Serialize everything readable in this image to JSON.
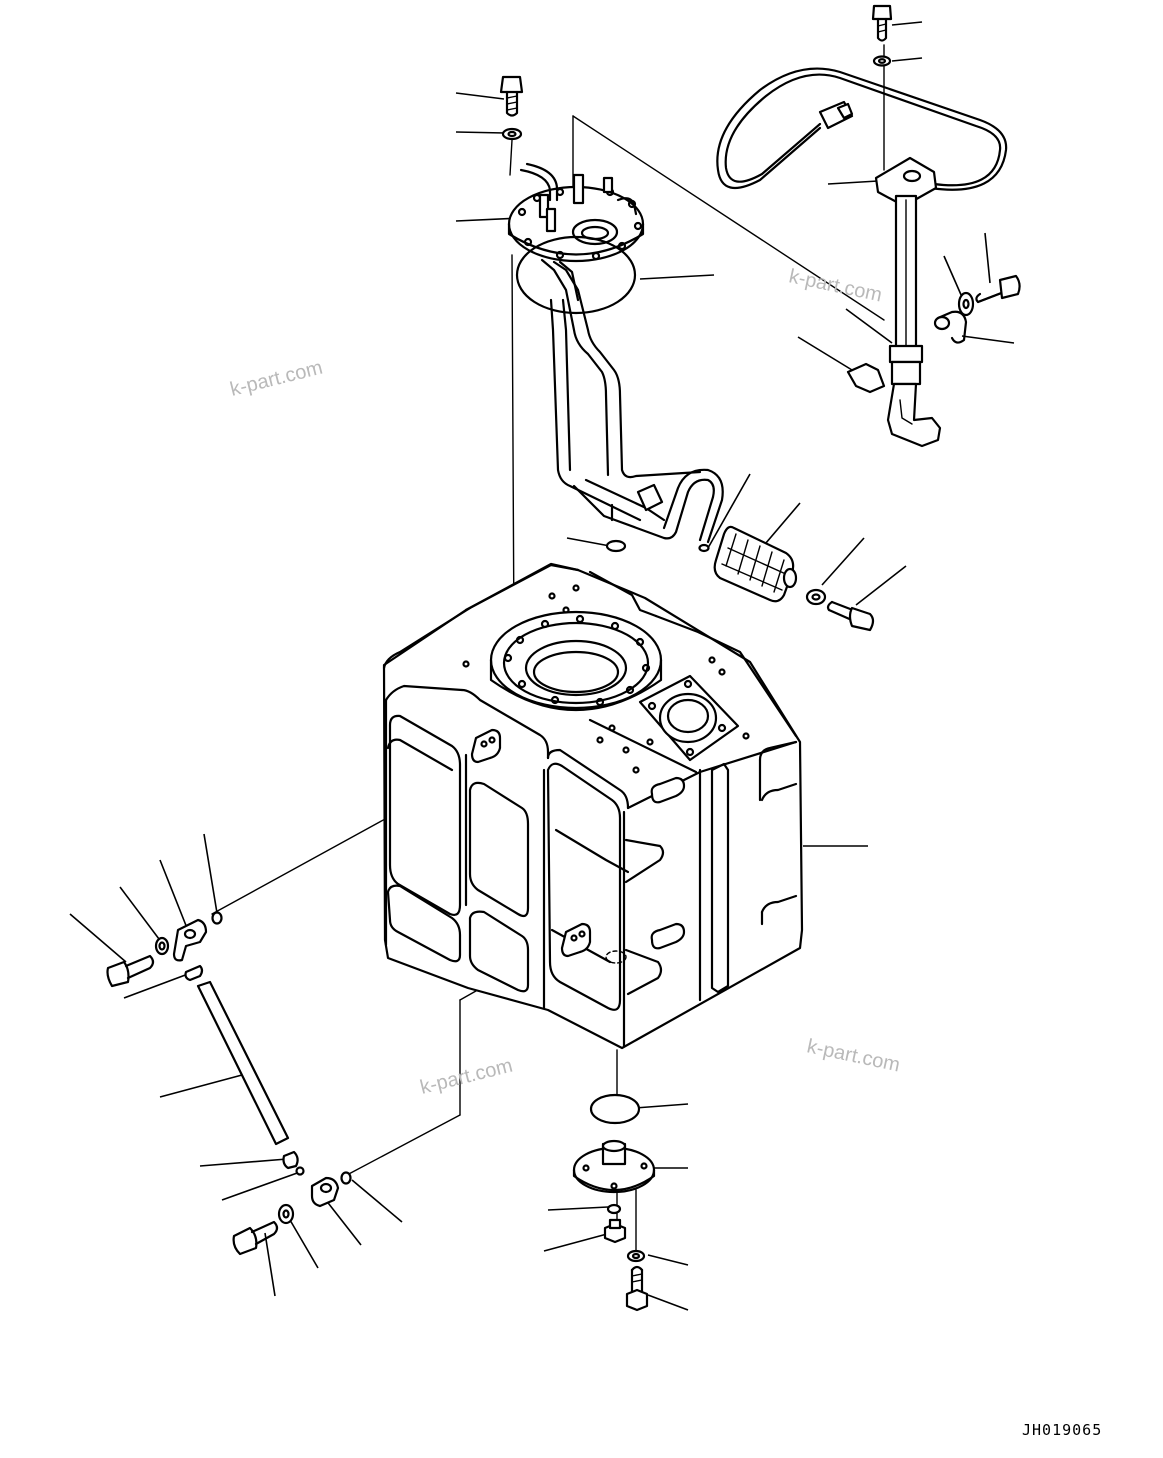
{
  "watermarks": [
    "k-part.com",
    "k-part.com",
    "k-part.com",
    "k-part.com"
  ],
  "drawing_code": "JH019065",
  "colors": {
    "line": "#000000",
    "watermark": "#b9b9b9",
    "background": "#ffffff"
  }
}
